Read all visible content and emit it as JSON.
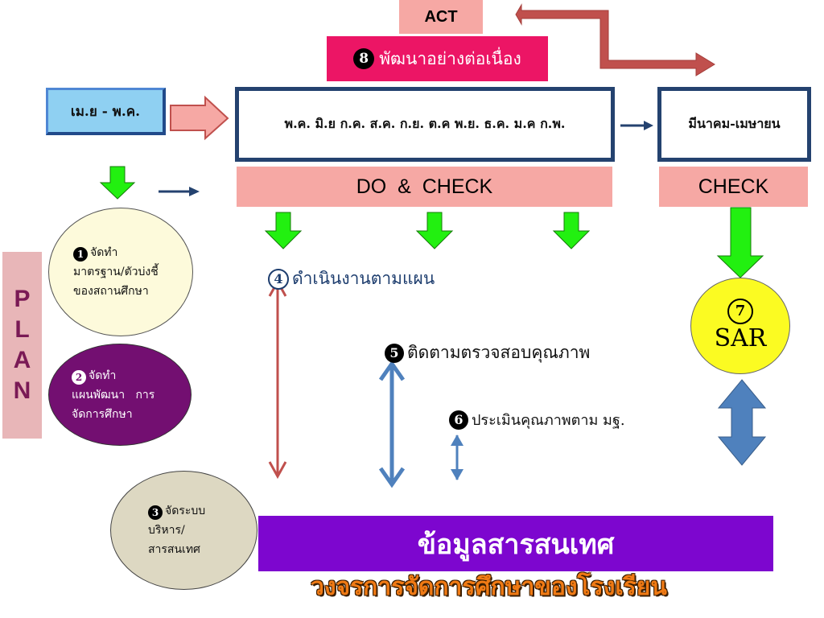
{
  "act": {
    "label": "ACT"
  },
  "develop": {
    "number": "8",
    "label": "พัฒนาอย่างต่อเนื่อง"
  },
  "timeline": {
    "start": "เม.ย - พ.ค.",
    "middle": "พ.ค. มิ.ย ก.ค. ส.ค. ก.ย. ต.ค พ.ย. ธ.ค. ม.ค ก.พ.",
    "end": "มีนาคม-เมษายน"
  },
  "phases": {
    "do_check": "DO  &  CHECK",
    "check": "CHECK"
  },
  "plan": {
    "letters": [
      "P",
      "L",
      "A",
      "N"
    ]
  },
  "steps": {
    "step1": {
      "number": "1",
      "lines": [
        "จัดทำ",
        "มาตรฐาน/ตัวบ่งชี้",
        "ของสถานศึกษา"
      ]
    },
    "step2": {
      "number": "2",
      "lines": [
        "จัดทำ",
        "แผนพัฒนา   การ",
        "จัดการศึกษา"
      ]
    },
    "step3": {
      "number": "3",
      "lines": [
        "จัดระบบ",
        "บริหาร/",
        "สารสนเทศ"
      ]
    },
    "step4": {
      "number": "4",
      "label": "ดำเนินงานตามแผน"
    },
    "step5": {
      "number": "5",
      "label": "ติดตามตรวจสอบคุณภาพ"
    },
    "step6": {
      "number": "6",
      "label": "ประเมินคุณภาพตาม มฐ."
    },
    "step7": {
      "number": "7",
      "label": "SAR"
    }
  },
  "info": {
    "label": "ข้อมูลสารสนเทศ"
  },
  "footer": {
    "title": "วงจรการจัดการศึกษาของโรงเรียน"
  },
  "colors": {
    "act_bg": "#f6a8a4",
    "develop_bg": "#ec1565",
    "box_border": "#24426f",
    "start_bg": "#8fd0f2",
    "green_arrow": "#22f010",
    "red_arrow": "#c0504d",
    "blue_arrow": "#4f81bd",
    "info_bg": "#7d06cf",
    "footer_text": "#f07a14",
    "sar_bg": "#fbfb22"
  }
}
